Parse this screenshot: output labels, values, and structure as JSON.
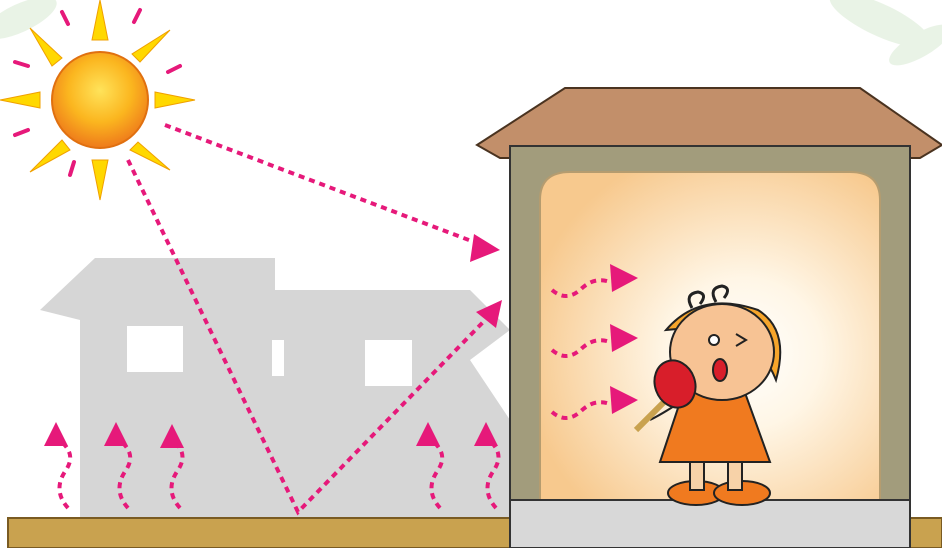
{
  "image": {
    "description_elements": [
      "sun",
      "neighbor-house",
      "ground",
      "hot-room-building",
      "girl-with-fan"
    ],
    "colors": {
      "sun_core": "#f39a1d",
      "sun_rays": "#ffd800",
      "arrow": "#e6197a",
      "ground": "#c9a24f",
      "roof": "#c28f6a",
      "wall": "#a29c7c",
      "neighbor_house": "#d6d6d6",
      "floor": "#d8d8d8",
      "dress": "#f07a1f",
      "fan": "#d81e2a"
    },
    "icons": [
      "sun-icon",
      "heat-arrow-icon",
      "fan-icon"
    ]
  }
}
